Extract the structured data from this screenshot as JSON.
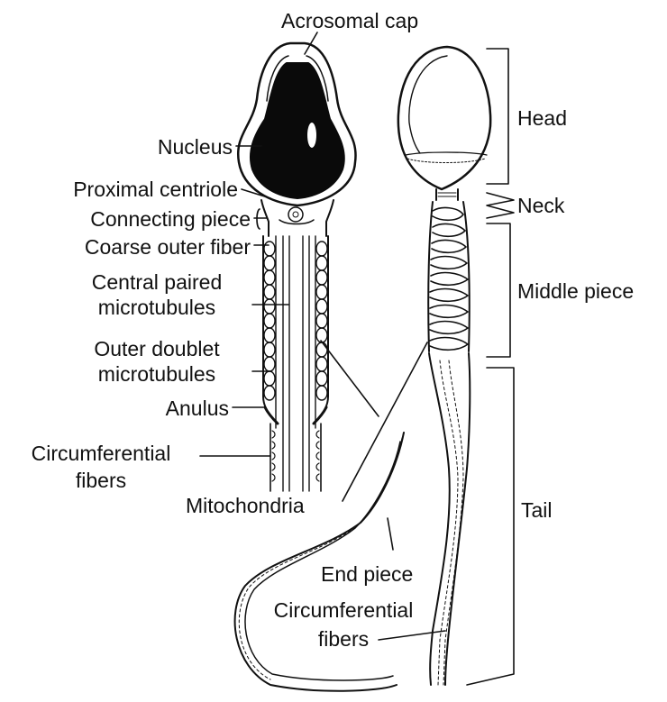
{
  "labels": {
    "acrosomal_cap": "Acrosomal cap",
    "nucleus": "Nucleus",
    "proximal_centriole": "Proximal centriole",
    "connecting_piece": "Connecting piece",
    "coarse_outer_fiber": "Coarse outer fiber",
    "central_paired_1": "Central paired",
    "central_paired_2": "microtubules",
    "outer_doublet_1": "Outer doublet",
    "outer_doublet_2": "microtubules",
    "anulus": "Anulus",
    "circ_left_1": "Circumferential",
    "circ_left_2": "fibers",
    "mitochondria": "Mitochondria",
    "end_piece": "End piece",
    "circ_right_1": "Circumferential",
    "circ_right_2": "fibers",
    "head": "Head",
    "neck": "Neck",
    "middle_piece": "Middle piece",
    "tail": "Tail"
  },
  "colors": {
    "ink": "#111111",
    "nucleus_fill": "#0a0a0a",
    "background": "#ffffff"
  }
}
